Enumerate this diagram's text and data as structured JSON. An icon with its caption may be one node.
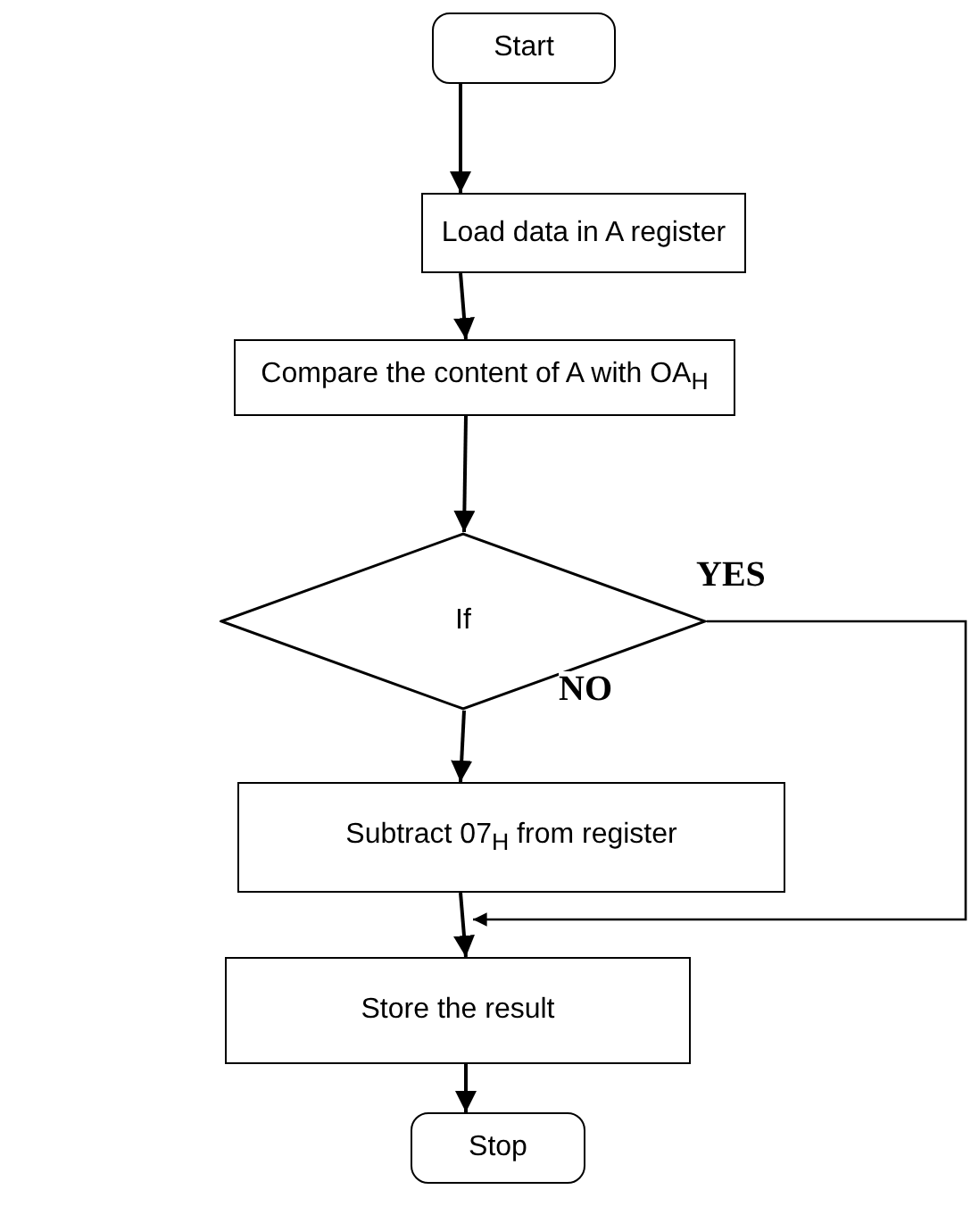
{
  "diagram": {
    "nodes": [
      {
        "text": [
          "Start"
        ]
      },
      {
        "text": [
          "Load data in A register"
        ]
      },
      {
        "text": [
          "Compare the content of A with OA$_{H}$"
        ]
      },
      {
        "text": [
          "If"
        ]
      },
      {
        "text": [
          "Subtract 07$_{H}$ from register"
        ]
      },
      {
        "text": [
          "Store the result"
        ]
      },
      {
        "text": [
          "Stop"
        ]
      }
    ],
    "edges": [
      {
        "from": 0,
        "to": 1,
        "arrow": "to"
      },
      {
        "from": 1,
        "to": 2,
        "arrow": "to"
      },
      {
        "from": 2,
        "to": 3,
        "arrow": "to"
      },
      {
        "from": 3,
        "to": 4,
        "arrow": "to",
        "label": "NO"
      },
      {
        "from": 4,
        "to": 5,
        "arrow": "to"
      },
      {
        "from": 5,
        "to": 6,
        "arrow": "to"
      },
      {
        "from": 3,
        "to": 5,
        "arrow": "to",
        "label": "YES"
      }
    ]
  }
}
